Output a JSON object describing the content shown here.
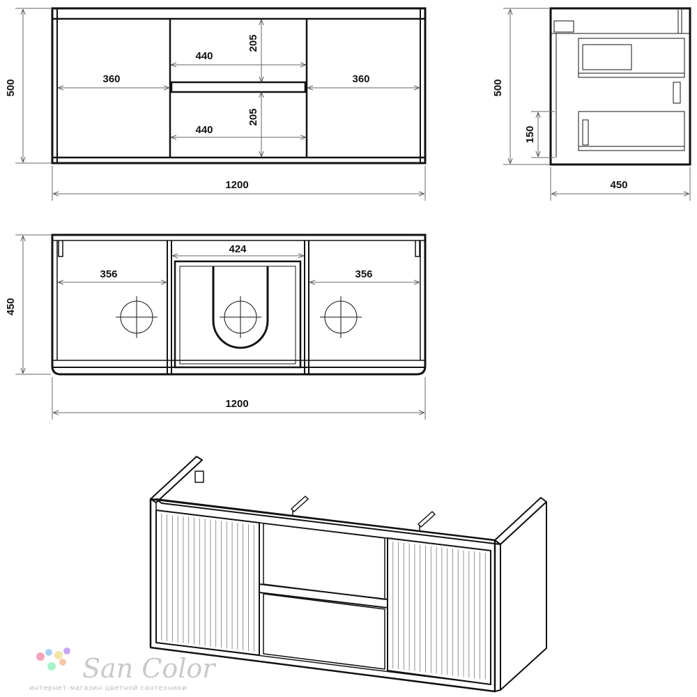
{
  "front_view": {
    "overall_height": "500",
    "overall_width": "1200",
    "left_door_width": "360",
    "right_door_width": "360",
    "drawer_width_top": "440",
    "drawer_width_bottom": "440",
    "drawer_height_top": "205",
    "drawer_height_bottom": "205"
  },
  "side_view": {
    "height": "500",
    "depth": "450",
    "bracket_height": "150"
  },
  "top_view": {
    "depth": "450",
    "overall_width": "1200",
    "left_compartment_width": "356",
    "right_compartment_width": "356",
    "center_compartment_width": "424"
  },
  "watermark": {
    "brand": "San Color",
    "tagline": "интернет-магазин цветной сантехники",
    "dot_colors": [
      "#f4a6b8",
      "#a6d0f4",
      "#f4e3a6",
      "#c8a6f4",
      "#a6f4c8",
      "#f4c8a6"
    ]
  }
}
